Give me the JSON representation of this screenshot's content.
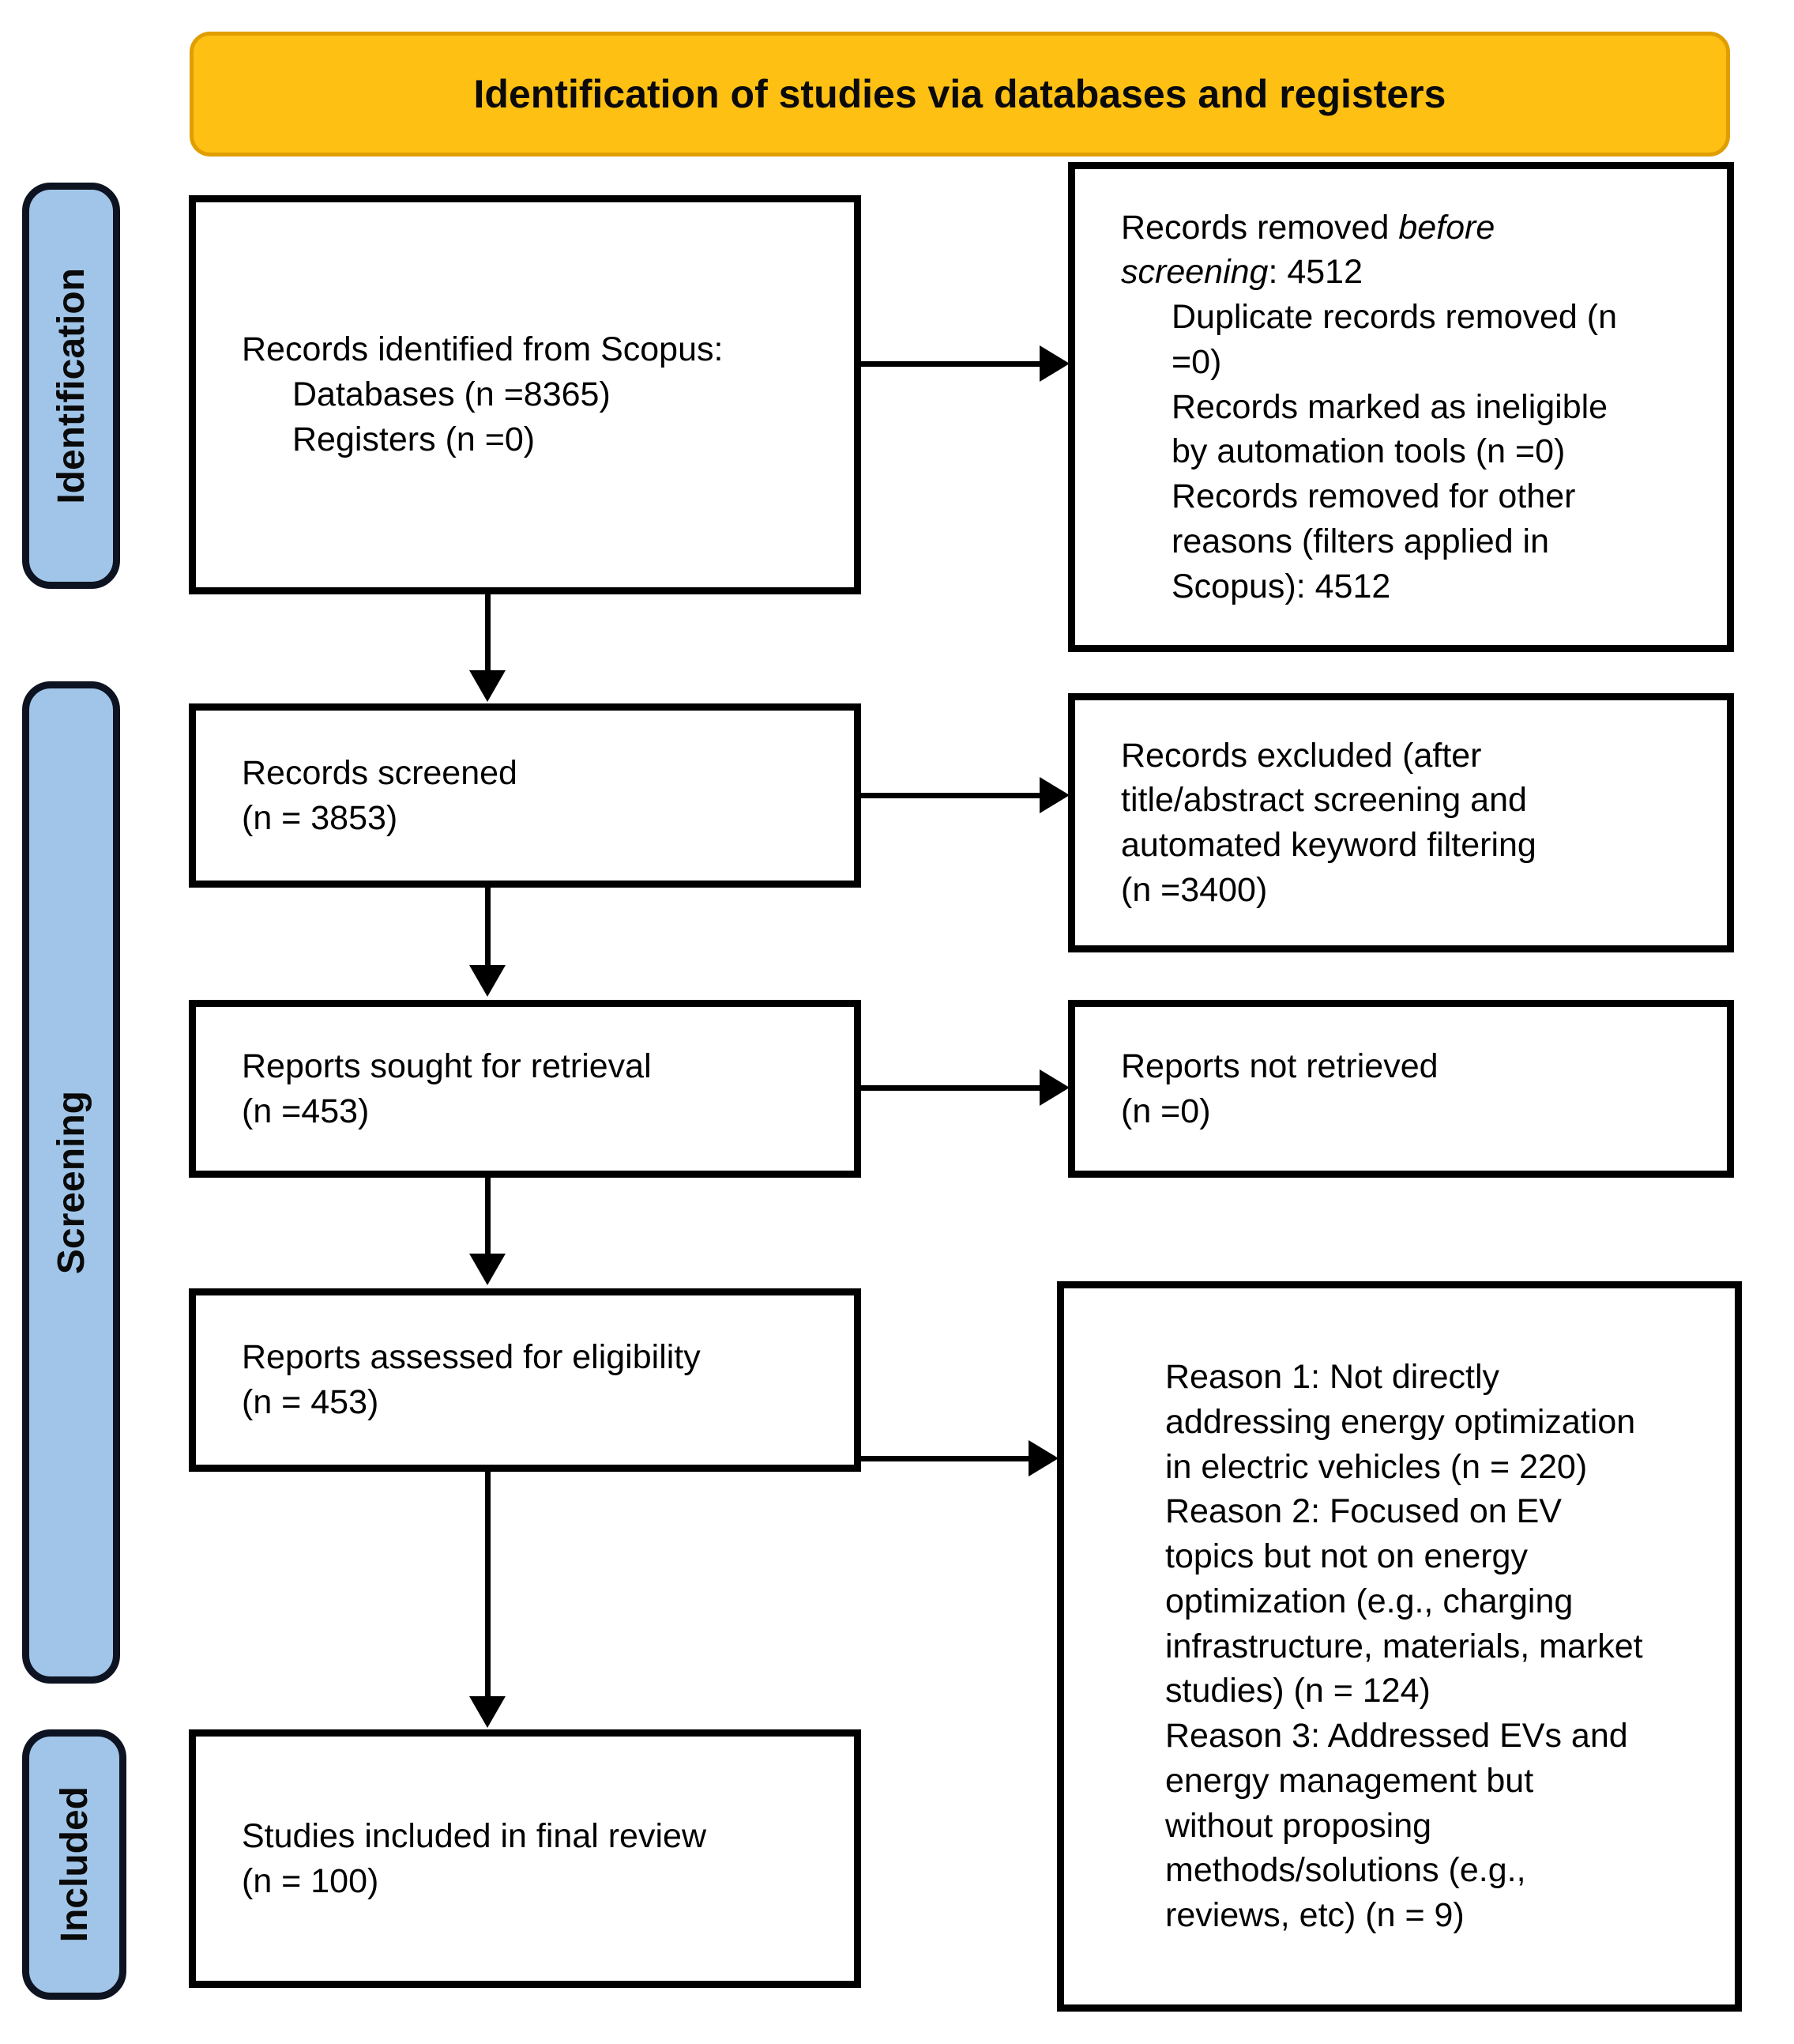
{
  "diagram": {
    "title": "Identification of studies via databases and registers",
    "colors": {
      "banner_fill": "#FDC013",
      "banner_border": "#E09E00",
      "stage_fill": "#A1C5E8",
      "box_border": "#000000"
    },
    "stages": {
      "identification": "Identification",
      "screening": "Screening",
      "included": "Included"
    },
    "boxes": {
      "records_identified": {
        "lines": [
          "Records identified from Scopus:",
          "Databases (n =8365)",
          "Registers (n =0)"
        ]
      },
      "records_removed": {
        "l1_normal": "Records removed ",
        "l1_italic": "before",
        "l2_italic": "screening",
        "l2_normal": ": 4512",
        "sub_lines": [
          "Duplicate records removed (n",
          "=0)",
          "Records marked as ineligible",
          "by automation tools (n =0)",
          "Records removed for other",
          "reasons (filters applied in",
          "Scopus): 4512"
        ]
      },
      "records_screened": {
        "lines": [
          "Records screened",
          "(n = 3853)"
        ]
      },
      "records_excluded": {
        "lines": [
          "Records excluded (after",
          "title/abstract screening and",
          "automated keyword filtering",
          "(n =3400)"
        ]
      },
      "reports_sought": {
        "lines": [
          "Reports sought for retrieval",
          "(n =453)"
        ]
      },
      "reports_not_retrieved": {
        "lines": [
          "Reports not retrieved",
          "(n =0)"
        ]
      },
      "reports_assessed": {
        "lines": [
          "Reports assessed for eligibility",
          "(n = 453)"
        ]
      },
      "exclusion_reasons": {
        "lines": [
          "Reason 1: Not directly",
          "addressing energy optimization",
          "in electric vehicles (n = 220)",
          "Reason 2: Focused on EV",
          "topics but not on energy",
          "optimization (e.g., charging",
          "infrastructure, materials, market",
          "studies) (n = 124)",
          "Reason 3: Addressed EVs and",
          "energy management but",
          "without proposing",
          "methods/solutions (e.g.,",
          "reviews, etc) (n = 9)"
        ]
      },
      "studies_included": {
        "lines": [
          "Studies included in final review",
          "(n = 100)"
        ]
      }
    }
  }
}
